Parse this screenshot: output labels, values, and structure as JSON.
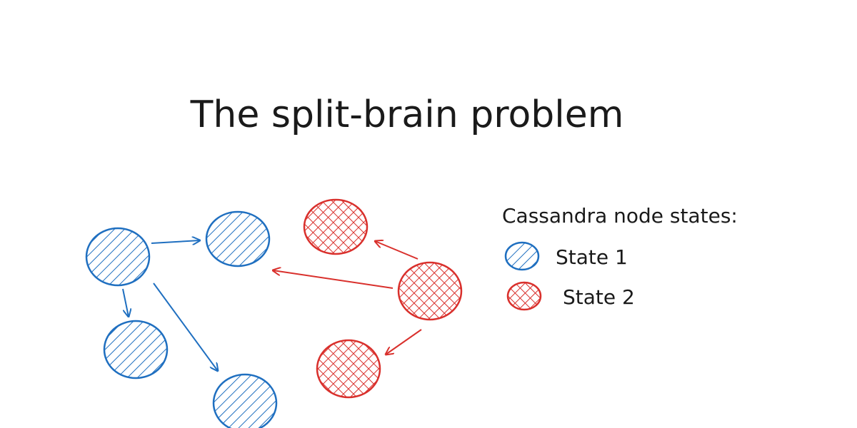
{
  "title": "The split-brain problem",
  "legend": {
    "heading": "Cassandra node states:",
    "items": [
      {
        "label": "State 1",
        "color": "#1f6fc0",
        "pattern": "diagonal-hatch"
      },
      {
        "label": "State 2",
        "color": "#d9302c",
        "pattern": "crosshatch"
      }
    ]
  },
  "colors": {
    "state1": "#1f6fc0",
    "state2": "#d9302c",
    "text": "#1a1a1a",
    "background": "#ffffff"
  }
}
